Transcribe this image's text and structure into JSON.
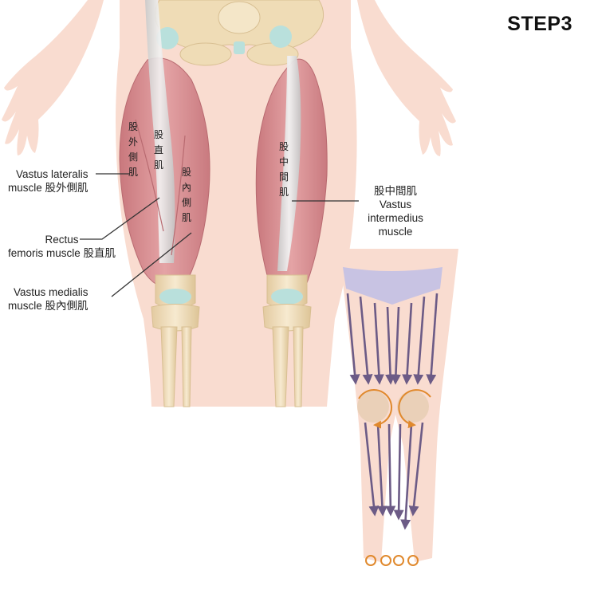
{
  "step_label": "STEP3",
  "labels": {
    "vastus_lateralis_en": "Vastus lateralis",
    "vastus_lateralis_line2": "muscle 股外側肌",
    "rectus_en": "Rectus",
    "rectus_line2": "femoris muscle 股直肌",
    "vastus_medialis_en": "Vastus medialis",
    "vastus_medialis_line2": "muscle 股內側肌",
    "intermedius_zh": "股中間肌",
    "intermedius_en1": "Vastus",
    "intermedius_en2": "intermedius",
    "intermedius_en3": "muscle"
  },
  "vertical_labels": {
    "lateralis": "股外側肌",
    "rectus": "股直肌",
    "medialis": "股內側肌",
    "intermedius": "股中間肌"
  },
  "colors": {
    "skin": "#f9dcd0",
    "muscle": "#d98f93",
    "bone": "#efdcb6",
    "cartilage": "#b9e0dc",
    "band": "#c8c3e3",
    "arrow": "#6c5b86",
    "circle_arrow": "#e0892d"
  }
}
